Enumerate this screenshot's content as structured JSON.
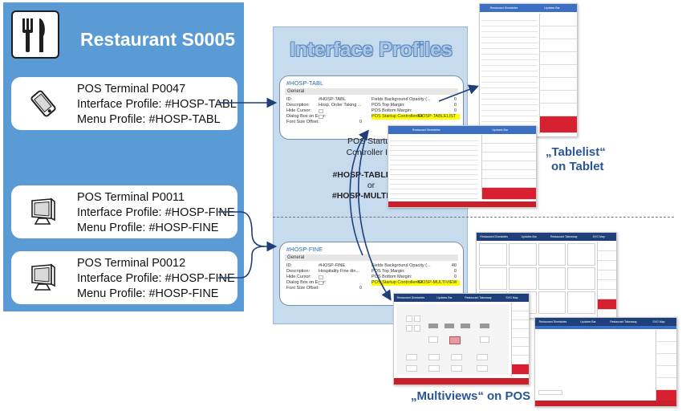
{
  "restaurant": {
    "title": "Restaurant S0005",
    "terminals": [
      {
        "name": "POS Terminal P0047",
        "interface": "Interface Profile: #HOSP-TABL",
        "menu": "Menu Profile: #HOSP-TABL"
      },
      {
        "name": "POS Terminal P0011",
        "interface": "Interface Profile: #HOSP-FINE",
        "menu": "Menu Profile: #HOSP-FINE"
      },
      {
        "name": "POS Terminal P0012",
        "interface": "Interface Profile: #HOSP-FINE",
        "menu": "Menu Profile: #HOSP-FINE"
      }
    ]
  },
  "interface_profiles": {
    "title": "Interface Profiles",
    "startup_label_1": "POS Startup",
    "startup_label_2": "Controller ID:",
    "option_1": "#HOSP-TABLELIST",
    "or": "or",
    "option_2": "#HOSP-MULTIVIEW",
    "profiles": [
      {
        "name": "#HOSP-TABL",
        "section": "General",
        "left_fields": [
          {
            "label": "ID:",
            "value": "#HOSP-TABL"
          },
          {
            "label": "Description:",
            "value": "Hosp. Order Taking ..."
          },
          {
            "label": "Hide Cursor:",
            "value": ""
          },
          {
            "label": "Dialog Box on Error:",
            "value": ""
          },
          {
            "label": "Font Size Offset:",
            "value": "0"
          }
        ],
        "right_fields": [
          {
            "label": "Fields Background Opacity (...",
            "value": "0"
          },
          {
            "label": "POS Top Margin:",
            "value": "0"
          },
          {
            "label": "POS Bottom Margin:",
            "value": "0"
          },
          {
            "label": "POS Startup Controller ID:",
            "value": "#HOSP-TABLELIST"
          }
        ]
      },
      {
        "name": "#HOSP-FINE",
        "section": "General",
        "left_fields": [
          {
            "label": "ID:",
            "value": "#HOSP-FINE"
          },
          {
            "label": "Description:",
            "value": "Hospitality Fine din..."
          },
          {
            "label": "Hide Cursor:",
            "value": ""
          },
          {
            "label": "Dialog Box on Error:",
            "value": ""
          },
          {
            "label": "Font Size Offset:",
            "value": "0"
          }
        ],
        "right_fields": [
          {
            "label": "Fields Background Opacity (...",
            "value": "40"
          },
          {
            "label": "POS Top Margin:",
            "value": "0"
          },
          {
            "label": "POS Bottom Margin:",
            "value": "0"
          },
          {
            "label": "POS Startup Controller ID:",
            "value": "#HOSP-MULTIVIEW"
          }
        ]
      }
    ]
  },
  "screenshots": {
    "tablelist_tabs": [
      "Restaurant Dinetables",
      "Updates Bar"
    ],
    "multiview_tabs": [
      "Restaurant Dinetables",
      "Updates Bar",
      "Restaurant Takeaway",
      "SVG Map"
    ]
  },
  "captions": {
    "tablet_1": "„Tablelist“",
    "tablet_2": "on Tablet",
    "multiview": "„Multiviews“ on POS"
  },
  "colors": {
    "panel_blue": "#5b9bd5",
    "profile_panel": "#c7dbef",
    "caption": "#2a5596",
    "highlight": "#ffff00",
    "pos_red": "#d72030"
  }
}
